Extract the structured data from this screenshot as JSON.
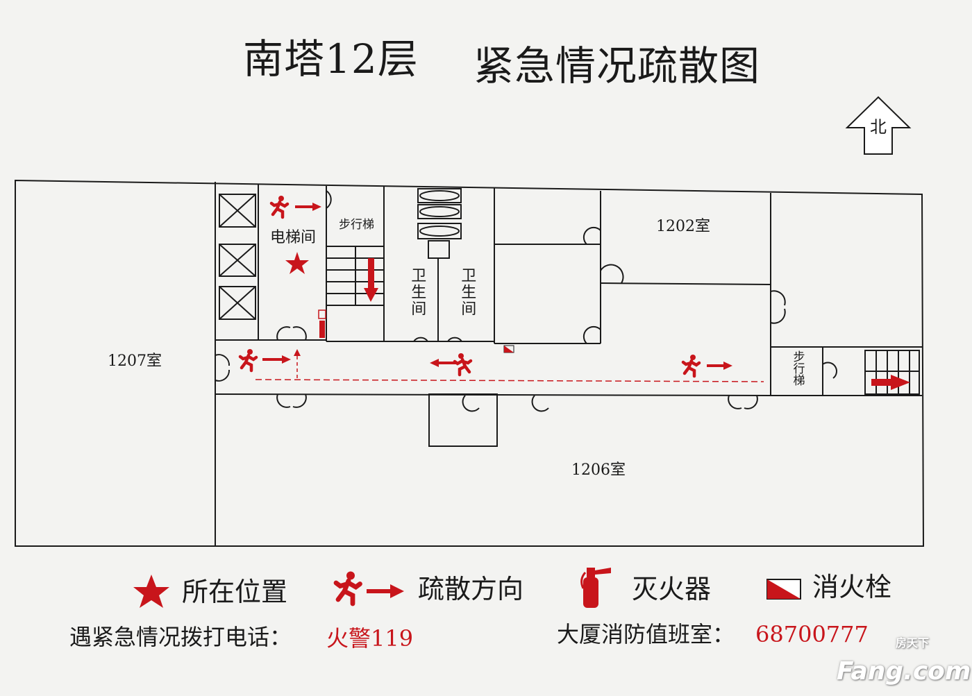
{
  "title": {
    "floor": "南塔12层",
    "name": "紧急情况疏散图"
  },
  "compass": {
    "label": "北",
    "icon": "north-arrow-icon"
  },
  "rooms": {
    "r1207": "1207室",
    "r1206": "1206室",
    "r1202": "1202室",
    "elevator_hall": "电梯间",
    "stairs_1": "步行梯",
    "stairs_2": "步行梯",
    "toilet_1": "卫生间",
    "toilet_2": "卫生间"
  },
  "legend": [
    {
      "icon": "star-icon",
      "label": "所在位置"
    },
    {
      "icon": "running-man-arrow-icon",
      "label": "疏散方向"
    },
    {
      "icon": "fire-extinguisher-icon",
      "label": "灭火器"
    },
    {
      "icon": "fire-hydrant-icon",
      "label": "消火栓"
    }
  ],
  "footer": {
    "emergency_label": "遇紧急情况拨打电话：",
    "fire_number": "火警119",
    "duty_label": "大厦消防值班室：",
    "duty_number": "68700777"
  },
  "watermark": {
    "cn": "房天下",
    "en": "Fang.com"
  },
  "colors": {
    "accent": "#c8151b",
    "line": "#1a1a1a",
    "paper": "#f3f3f1"
  }
}
